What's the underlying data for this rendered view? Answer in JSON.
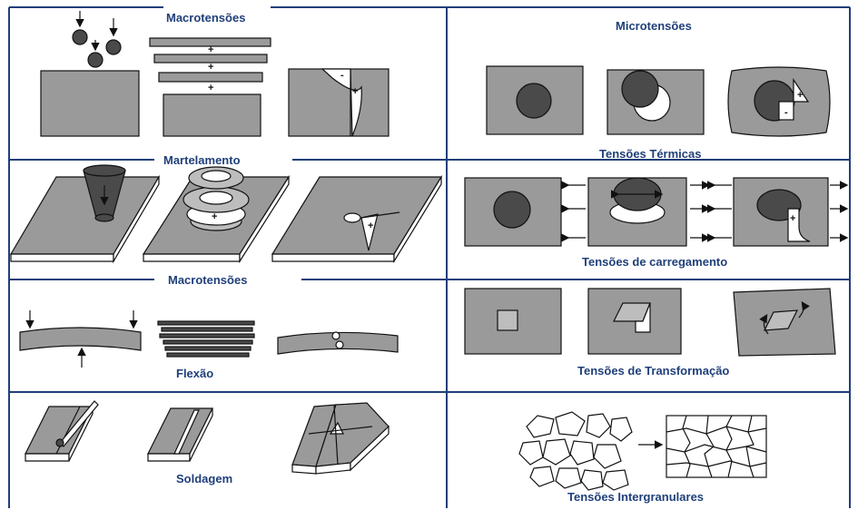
{
  "labels": {
    "macro_top": "Macrotensões",
    "martelamento": "Martelamento",
    "macro_mid": "Macrotensões",
    "flexao": "Flexão",
    "soldagem": "Soldagem",
    "microtensoes": "Microtensões",
    "termicas": "Tensões Térmicas",
    "carregamento": "Tensões de carregamento",
    "transformacao": "Tensões de Transformação",
    "intergranulares": "Tensões Intergranulares"
  },
  "signs": {
    "plus": "+",
    "minus": "-"
  },
  "colors": {
    "frame": "#1f3f7a",
    "label_text": "#1f3f7a",
    "gray_fill": "#9a9a9a",
    "dark_fill": "#4a4a4a"
  }
}
